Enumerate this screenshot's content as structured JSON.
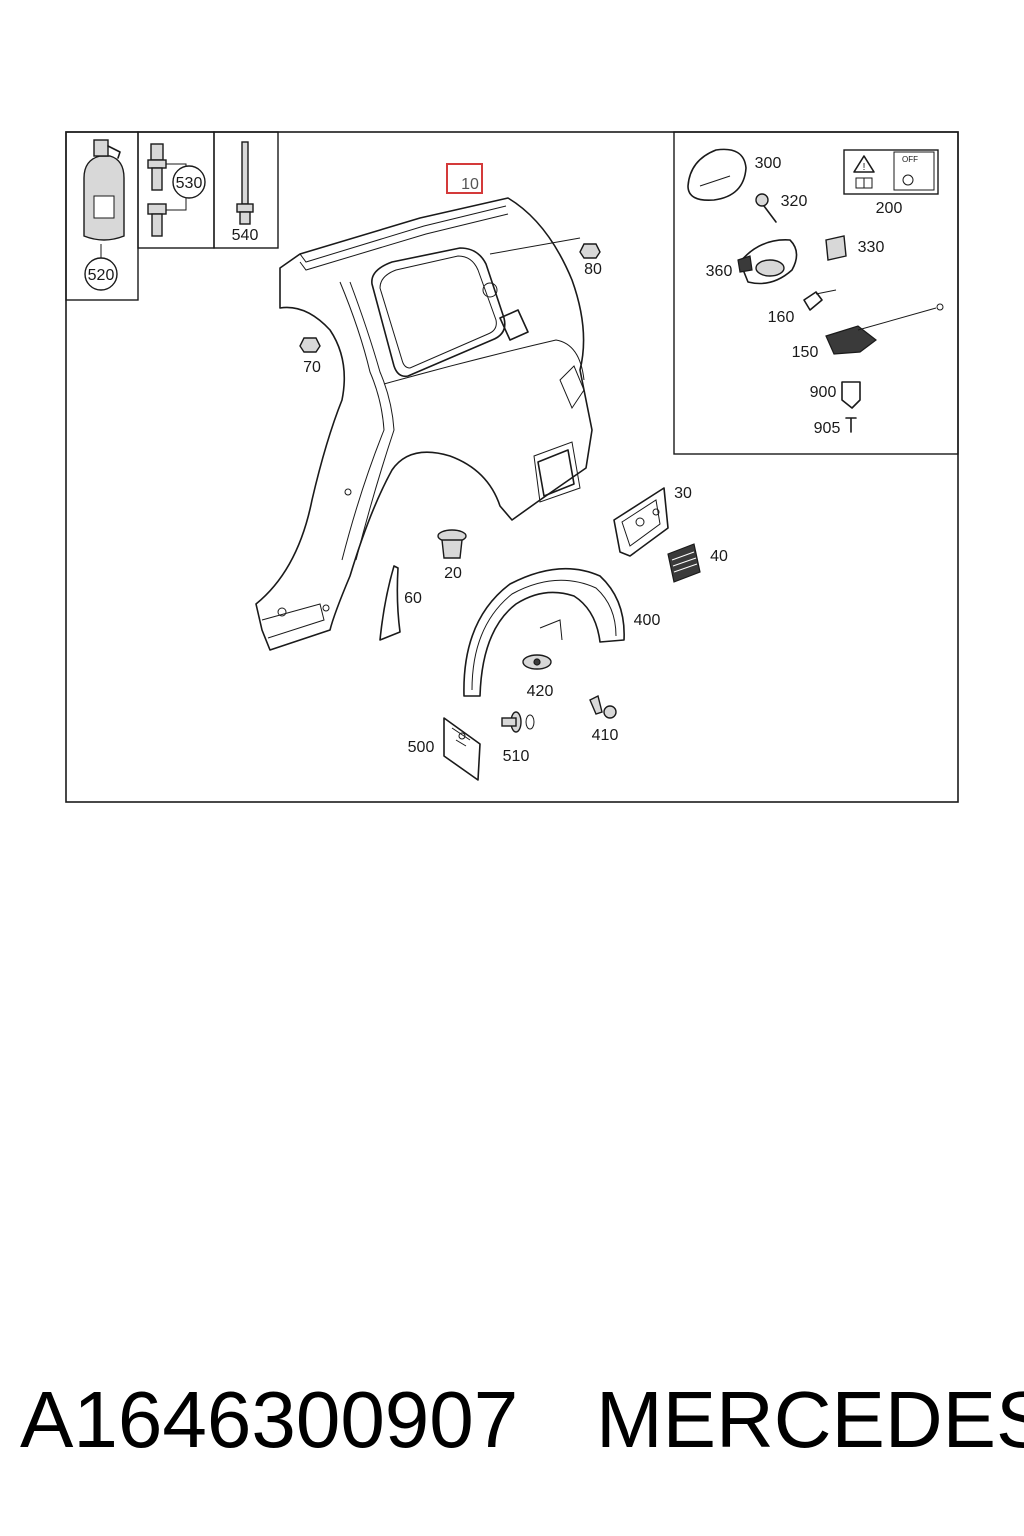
{
  "diagram": {
    "highlighted_part": "10",
    "part_labels": {
      "p10": "10",
      "p20": "20",
      "p30": "30",
      "p40": "40",
      "p60": "60",
      "p70": "70",
      "p80": "80",
      "p150": "150",
      "p160": "160",
      "p200": "200",
      "p300": "300",
      "p320": "320",
      "p330": "330",
      "p360": "360",
      "p400": "400",
      "p410": "410",
      "p420": "420",
      "p500": "500",
      "p510": "510",
      "p520": "520",
      "p530": "530",
      "p540": "540",
      "p900": "900",
      "p905": "905"
    },
    "warning_label_text": "OFF",
    "highlight_color": "#d43a3a",
    "line_color": "#1a1a1a"
  },
  "footer": {
    "part_number": "A1646300907",
    "brand": "MERCEDES"
  }
}
